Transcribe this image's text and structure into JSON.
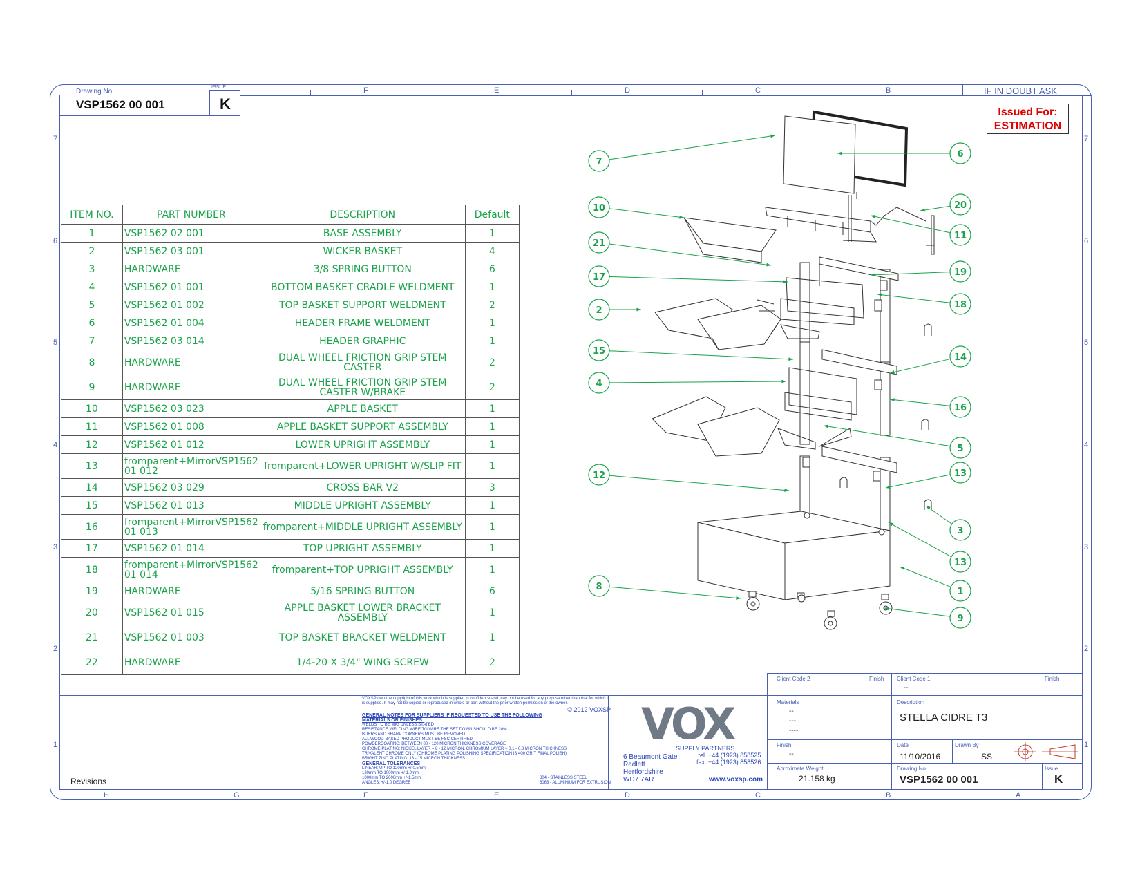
{
  "header": {
    "drawing_no_label": "Drawing No.",
    "drawing_no": "VSP1562 00 001",
    "issue_label": "ISSUE",
    "issue": "K",
    "doubt_note": "IF IN DOUBT ASK",
    "issued_for_line1": "Issued For:",
    "issued_for_line2": "ESTIMATION"
  },
  "zones": {
    "top": [
      "F",
      "E",
      "D",
      "C",
      "B"
    ],
    "bottom": [
      "H",
      "G",
      "F",
      "E",
      "D",
      "C",
      "B",
      "A"
    ],
    "rows": [
      "7",
      "6",
      "5",
      "4",
      "3",
      "2",
      "1"
    ]
  },
  "bom": {
    "headers": [
      "ITEM NO.",
      "PART NUMBER",
      "DESCRIPTION",
      "Default"
    ],
    "rows": [
      {
        "item": "1",
        "part": "VSP1562 02 001",
        "desc": "BASE ASSEMBLY",
        "qty": "1"
      },
      {
        "item": "2",
        "part": "VSP1562 03 001",
        "desc": "WICKER BASKET",
        "qty": "4"
      },
      {
        "item": "3",
        "part": "HARDWARE",
        "desc": "3/8 SPRING BUTTON",
        "qty": "6"
      },
      {
        "item": "4",
        "part": "VSP1562 01 001",
        "desc": "BOTTOM BASKET CRADLE WELDMENT",
        "qty": "1"
      },
      {
        "item": "5",
        "part": "VSP1562 01 002",
        "desc": "TOP BASKET SUPPORT WELDMENT",
        "qty": "2"
      },
      {
        "item": "6",
        "part": "VSP1562 01 004",
        "desc": "HEADER FRAME WELDMENT",
        "qty": "1"
      },
      {
        "item": "7",
        "part": "VSP1562 03 014",
        "desc": "HEADER GRAPHIC",
        "qty": "1"
      },
      {
        "item": "8",
        "part": "HARDWARE",
        "desc": "DUAL WHEEL FRICTION GRIP STEM CASTER",
        "qty": "2",
        "tall": true
      },
      {
        "item": "9",
        "part": "HARDWARE",
        "desc": "DUAL WHEEL FRICTION GRIP STEM CASTER W/BRAKE",
        "qty": "2",
        "tall": true
      },
      {
        "item": "10",
        "part": "VSP1562 03 023",
        "desc": "APPLE BASKET",
        "qty": "1"
      },
      {
        "item": "11",
        "part": "VSP1562 01 008",
        "desc": "APPLE BASKET SUPPORT ASSEMBLY",
        "qty": "1"
      },
      {
        "item": "12",
        "part": "VSP1562 01 012",
        "desc": "LOWER UPRIGHT ASSEMBLY",
        "qty": "1"
      },
      {
        "item": "13",
        "part": "fromparent+MirrorVSP1562 01 012",
        "desc": "fromparent+LOWER UPRIGHT W/SLIP FIT",
        "qty": "1",
        "tall": true
      },
      {
        "item": "14",
        "part": "VSP1562 03 029",
        "desc": "CROSS BAR V2",
        "qty": "3"
      },
      {
        "item": "15",
        "part": "VSP1562 01 013",
        "desc": "MIDDLE UPRIGHT ASSEMBLY",
        "qty": "1"
      },
      {
        "item": "16",
        "part": "fromparent+MirrorVSP1562 01 013",
        "desc": "fromparent+MIDDLE UPRIGHT ASSEMBLY",
        "qty": "1",
        "tall": true
      },
      {
        "item": "17",
        "part": "VSP1562 01 014",
        "desc": "TOP UPRIGHT ASSEMBLY",
        "qty": "1"
      },
      {
        "item": "18",
        "part": "fromparent+MirrorVSP1562 01 014",
        "desc": "fromparent+TOP UPRIGHT ASSEMBLY",
        "qty": "1",
        "tall": true
      },
      {
        "item": "19",
        "part": "HARDWARE",
        "desc": "5/16 SPRING BUTTON",
        "qty": "6"
      },
      {
        "item": "20",
        "part": "VSP1562 01 015",
        "desc": "APPLE BASKET LOWER BRACKET ASSEMBLY",
        "qty": "1",
        "tall": true
      },
      {
        "item": "21",
        "part": "VSP1562 01 003",
        "desc": "TOP BASKET BRACKET WELDMENT",
        "qty": "1",
        "tall": true
      },
      {
        "item": "22",
        "part": "HARDWARE",
        "desc": "1/4-20 X 3/4\" WING SCREW",
        "qty": "2",
        "tall": true
      }
    ]
  },
  "balloons": [
    "7",
    "6",
    "10",
    "20",
    "21",
    "11",
    "17",
    "19",
    "2",
    "18",
    "15",
    "14",
    "4",
    "16",
    "5",
    "12",
    "13",
    "3",
    "13",
    "1",
    "8",
    "9"
  ],
  "notes": {
    "copyright": "VOXSP own the copyright of this work which is supplied in confidence and may not be used for any purpose other than that for which it is supplied. It may not be copied or reproduced in whole or part without the prior written permission of the owner.",
    "year": "© 2012 VOXSP",
    "general_title": "GENERAL NOTES FOR SUPPLIERS IF REQUESTED TO USE THE FOLLOWING",
    "materials_title": "MATERIALS OR FINISHES:",
    "lines": [
      "WELDS TO BE MIG UNLESS STATED",
      "RESISTANCE WELDING WIRE TO WIRE THE SET DOWN SHOULD BE 20%",
      "BURRS AND SHARP CORNERS MUST BE REMOVED",
      "ALL WOOD-BASED PRODUCT MUST BE FSC CERTIFIED",
      "POWDERCOATING: BETWEEN 80 - 120 MICRON THICKNESS COVERAGE",
      "CHROME PLATING: NICKEL LAYER = 8 - 12 MICRON, CHROMIUM LAYER = 0.1 - 0.3 MICRON THICKNESS",
      "TRIVALENT CHROME ONLY (CHROME PLATING POLISHING SPECIFICATION IS 400 GRIT FINAL POLISH)",
      "BRIGHT ZINC PLATING: 13 - 15 MICRON THICKNESS"
    ],
    "tolerance_title": "GENERAL TOLERANCES",
    "tolerances": [
      "LINEAR: UP TO 120mm +/-0.5mm",
      "120mm TO 1000mm +/-1.0mm",
      "1000mm TO 2000mm +/-1.5mm",
      "ANGLES: +/-1.0 DEGREE"
    ],
    "materials_list": [
      "304 - STAINLESS STEEL",
      "6063 - ALUMINIUM FOR EXTRUSION"
    ]
  },
  "company": {
    "logo_text": "VOX",
    "tagline": "SUPPLY PARTNERS",
    "address": [
      "6 Beaumont Gate",
      "Radlett",
      "Hertfordshire",
      "WD7 7AR"
    ],
    "tel": "tel. +44 (1923) 858525",
    "fax": "fax. +44 (1923) 858526",
    "web": "www.voxsp.com"
  },
  "title_block": {
    "revisions_label": "Revisions",
    "client_code_2_label": "Client Code 2",
    "client_code_1_label": "Client Code 1",
    "client_code_1_value": "--",
    "finish_label": "Finish",
    "materials_label": "Materials",
    "materials_values": [
      "--",
      "---",
      "----"
    ],
    "finish2_label": "Finish",
    "finish2_value": "--",
    "weight_label": "Aproximate Weight",
    "weight_value": "21.158 kg",
    "description_label": "Description",
    "description_value": "STELLA CIDRE T3",
    "date_label": "Date",
    "date_value": "11/10/2016",
    "drawn_by_label": "Drawn By",
    "drawn_by_value": "SS",
    "drawing_no_label": "Drawing No.",
    "drawing_no_value": "VSP1562 00 001",
    "issue_label": "Issue",
    "issue_value": "K"
  },
  "colors": {
    "border": "#4a5fb0",
    "bom_text": "#1aa34a",
    "balloon": "#1aa34a",
    "issued": "#e00000",
    "notes": "#2a46b8"
  }
}
